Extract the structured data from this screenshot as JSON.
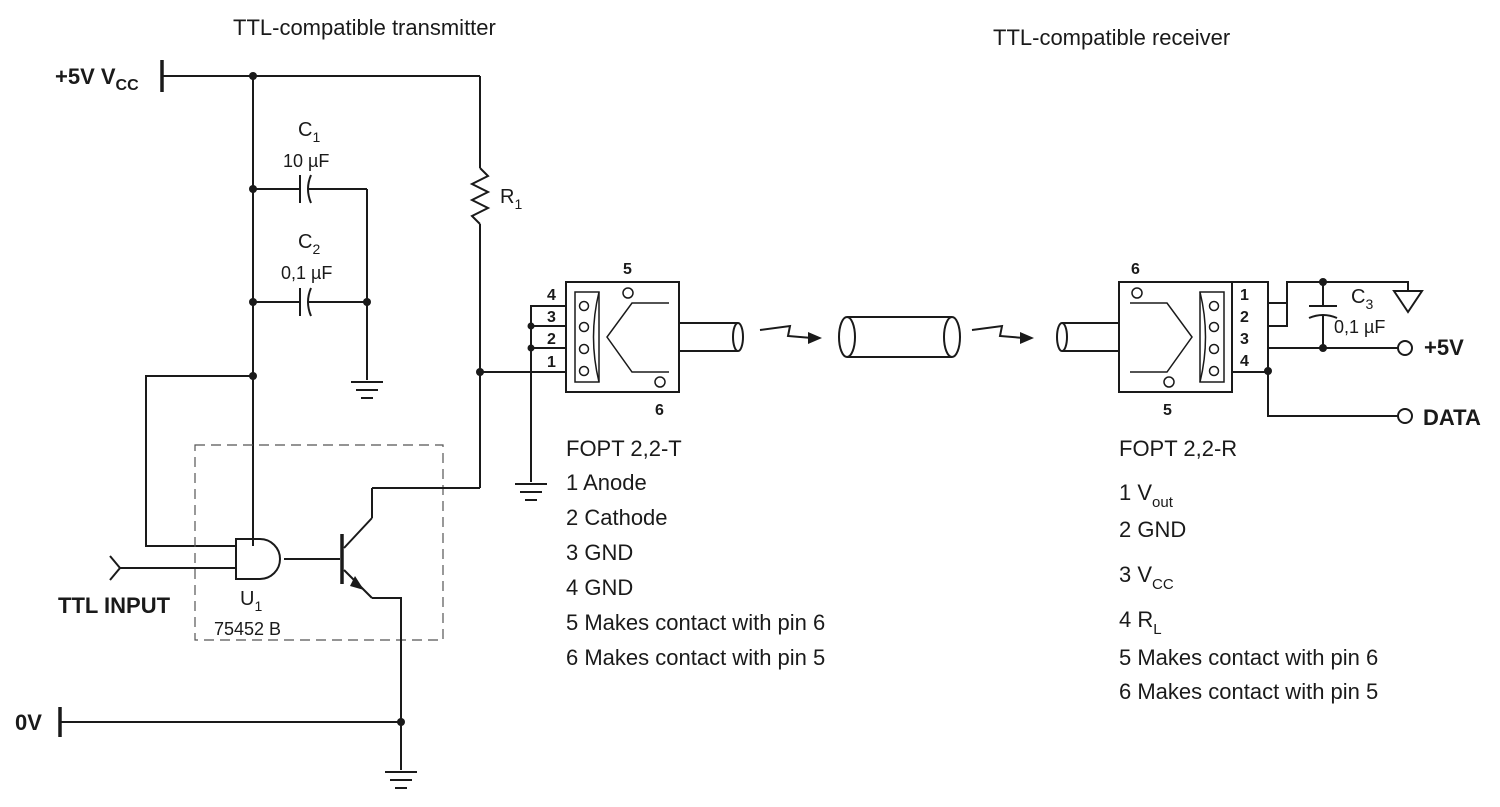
{
  "titles": {
    "transmitter": "TTL-compatible transmitter",
    "receiver": "TTL-compatible receiver"
  },
  "rails": {
    "vcc_main": "+5V V",
    "vcc_sub": "CC",
    "zero": "0V"
  },
  "components": {
    "c1": {
      "name": "C",
      "sub": "1",
      "value": "10 µF"
    },
    "c2": {
      "name": "C",
      "sub": "2",
      "value": "0,1 µF"
    },
    "c3": {
      "name": "C",
      "sub": "3",
      "value": "0,1 µF"
    },
    "r1": {
      "name": "R",
      "sub": "1"
    },
    "u1": {
      "name": "U",
      "sub": "1",
      "part": "75452 B"
    },
    "ttl_input": "TTL INPUT"
  },
  "transmitter": {
    "model": "FOPT 2,2-T",
    "pin_numbers": [
      "4",
      "3",
      "2",
      "1"
    ],
    "top_pin": "5",
    "bottom_pin": "6",
    "pins": [
      "1 Anode",
      "2 Cathode",
      "3 GND",
      "4 GND",
      "5 Makes contact with pin 6",
      "6 Makes contact with pin 5"
    ]
  },
  "receiver": {
    "model": "FOPT 2,2-R",
    "pin_numbers": [
      "1",
      "2",
      "3",
      "4"
    ],
    "top_pin": "6",
    "bottom_pin": "5",
    "pins": [
      {
        "main": "1 V",
        "sub": "out"
      },
      {
        "main": "2 GND",
        "sub": ""
      },
      {
        "main": "3 V",
        "sub": "CC"
      },
      {
        "main": "4 R",
        "sub": "L"
      },
      {
        "main": "5 Makes contact with pin 6",
        "sub": ""
      },
      {
        "main": "6 Makes contact with pin 5",
        "sub": ""
      }
    ],
    "plus5v": "+5V",
    "data": "DATA"
  }
}
